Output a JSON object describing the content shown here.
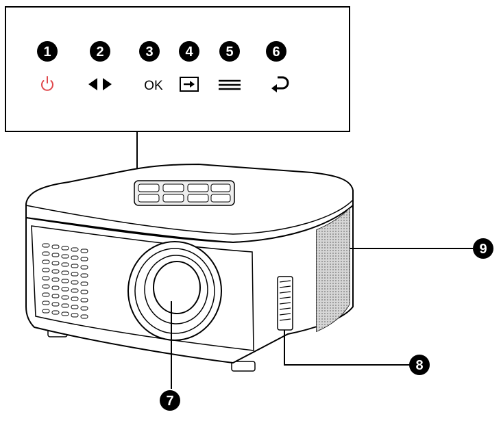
{
  "panel": {
    "buttons": [
      {
        "number": "1",
        "symbol": "⏻",
        "icon": "power-icon",
        "color": "#e0484c"
      },
      {
        "number": "2",
        "symbol": "◀▶",
        "icon": "left-right-arrows-icon",
        "color": "#000000"
      },
      {
        "number": "3",
        "symbol": "OK",
        "icon": "ok-text",
        "color": "#000000"
      },
      {
        "number": "4",
        "symbol": "",
        "icon": "input-source-icon",
        "color": "#000000"
      },
      {
        "number": "5",
        "symbol": "",
        "icon": "menu-icon",
        "color": "#000000"
      },
      {
        "number": "6",
        "symbol": "",
        "icon": "return-icon",
        "color": "#000000"
      }
    ]
  },
  "callouts": {
    "lens": "7",
    "focus_wheel": "8",
    "side_grille": "9"
  },
  "colors": {
    "badge": "#000000",
    "power": "#e0484c",
    "line": "#000000"
  }
}
